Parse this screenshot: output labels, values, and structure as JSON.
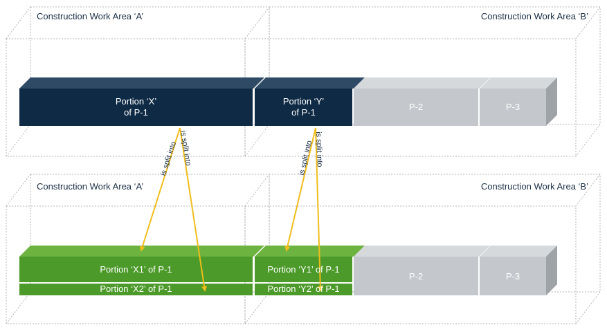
{
  "top_diagram": {
    "area_a_label": "Construction Work Area ‘A’",
    "area_b_label": "Construction Work Area ‘B’",
    "segments": {
      "x": "Portion ‘X’\nof P-1",
      "y": "Portion ‘Y’\nof P-1",
      "p2": "P-2",
      "p3": "P-3"
    }
  },
  "bottom_diagram": {
    "area_a_label": "Construction Work Area ‘A’",
    "area_b_label": "Construction Work Area ‘B’",
    "segments": {
      "x1": "Portion ‘X1’ of P-1",
      "x2": "Portion ‘X2’ of P-1",
      "y1": "Portion ‘Y1’ of P-1",
      "y2": "Portion ‘Y2’ of P-1",
      "p2": "P-2",
      "p3": "P-3"
    }
  },
  "relation_label": "is split into",
  "colors": {
    "dark_navy": "#0e2a45",
    "navy_top": "#2e4a64",
    "green": "#4c9a2a",
    "green_top": "#6db33f",
    "gray": "#c4c8cc",
    "gray_top": "#d6d9dc",
    "gray_side": "#9ea3a8",
    "arrow": "#f0bd1a",
    "dotted": "#b5b5b5"
  }
}
